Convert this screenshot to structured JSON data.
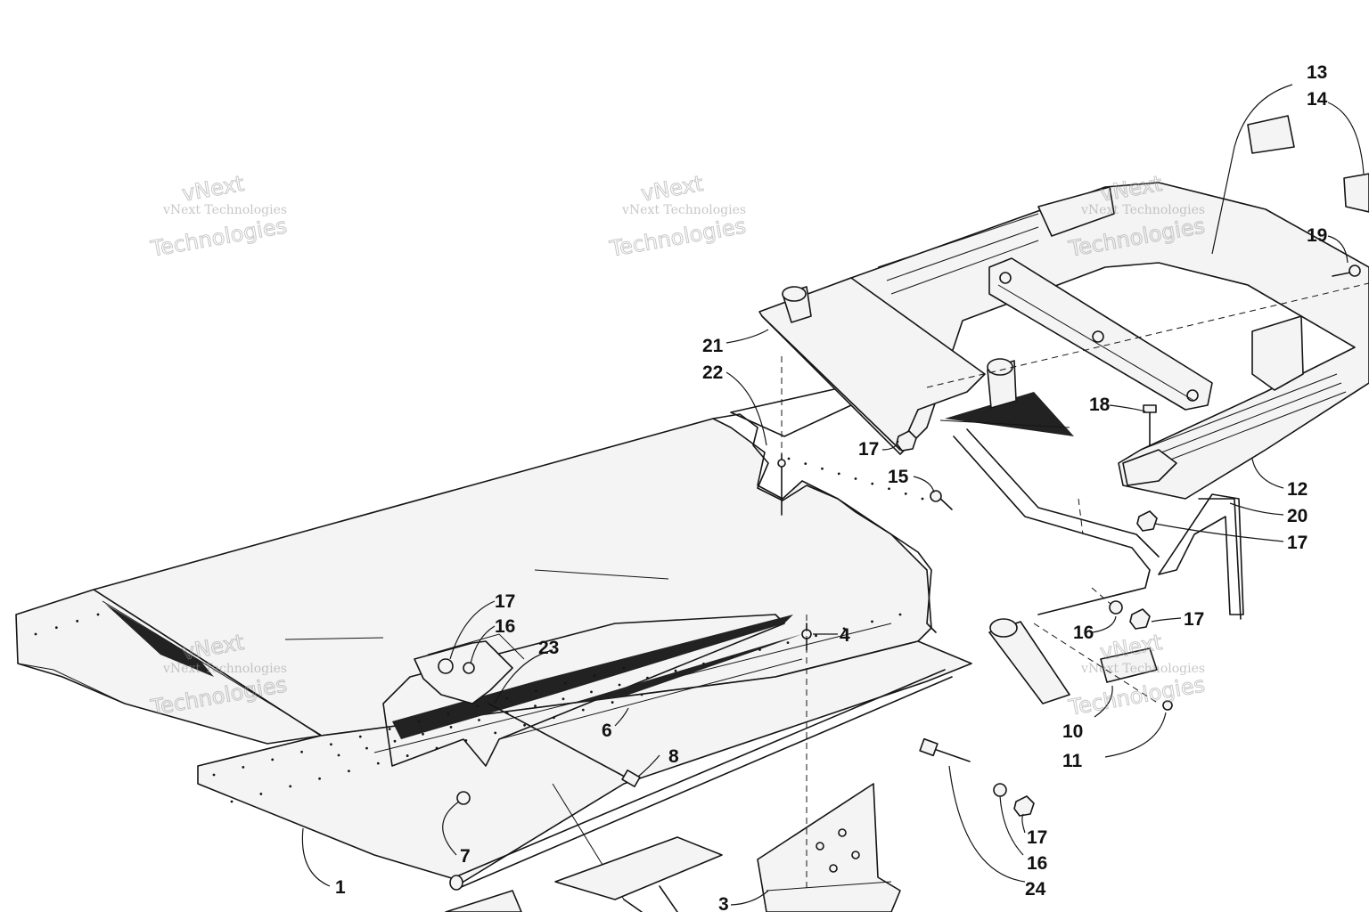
{
  "diagram": {
    "callouts": [
      "13",
      "14",
      "19",
      "21",
      "22",
      "17",
      "15",
      "18",
      "12",
      "20",
      "17",
      "17",
      "16",
      "4",
      "17",
      "16",
      "23",
      "6",
      "8",
      "10",
      "11",
      "7",
      "17",
      "16",
      "24",
      "1",
      "3"
    ],
    "watermarks": [
      "vNext Technologies",
      "vNext Technologies",
      "vNext Technologies",
      "vNext Technologies",
      "vNext Technologies"
    ],
    "watermark_outline": [
      "vNext",
      "Technologies"
    ]
  }
}
